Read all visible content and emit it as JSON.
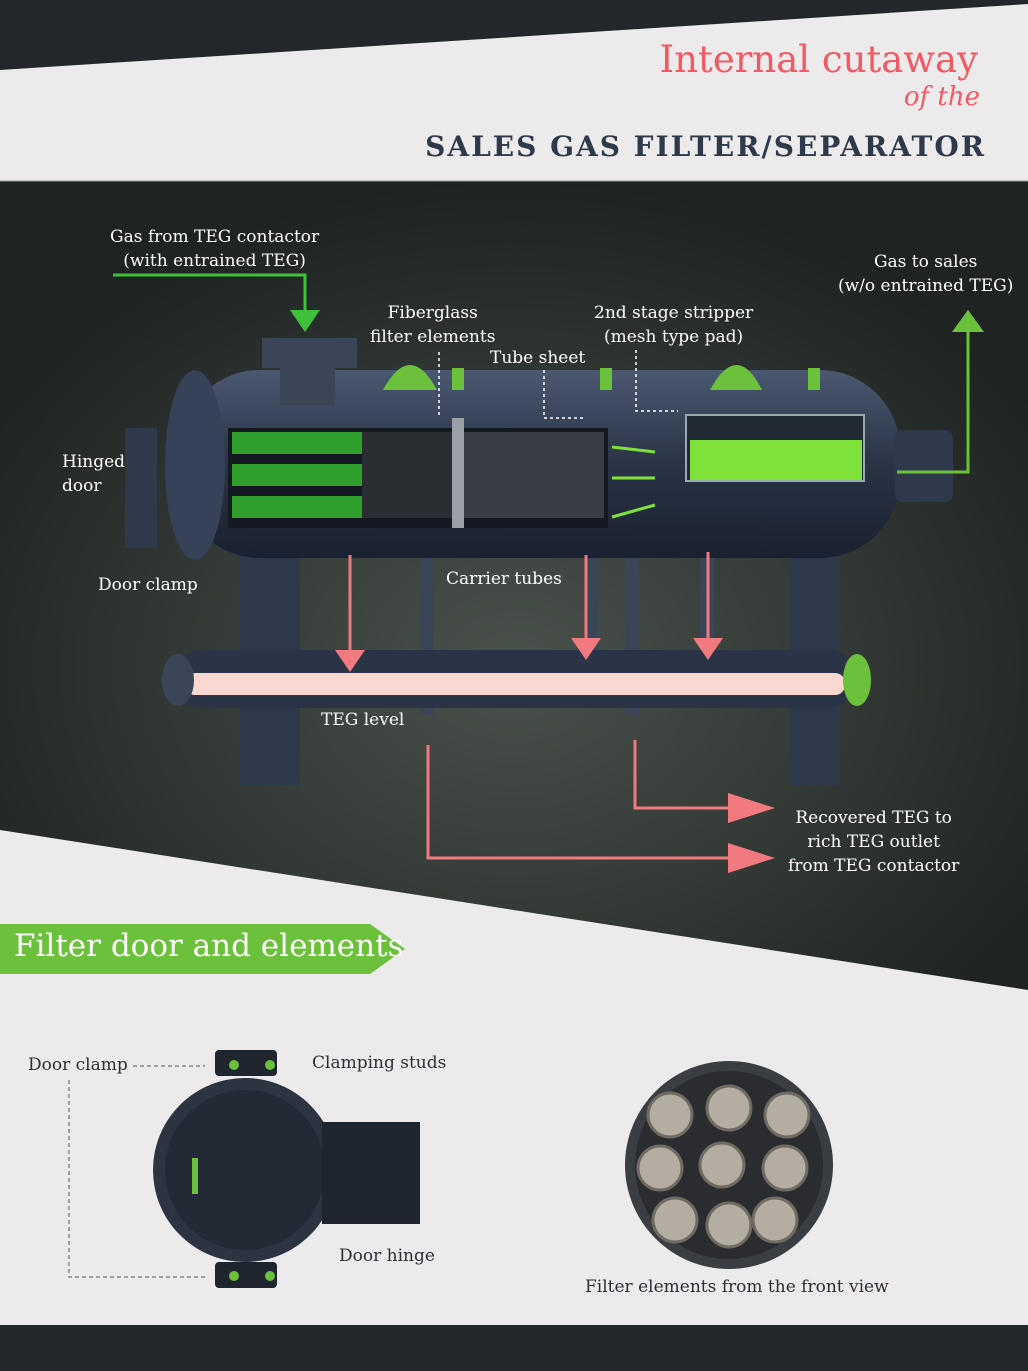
{
  "header": {
    "title_line1": "Internal cutaway",
    "title_line2": "of the",
    "subtitle": "SALES GAS FILTER/SEPARATOR"
  },
  "colors": {
    "accent_red": "#f05a64",
    "green": "#6cc13c",
    "dark": "#23262a",
    "light": "#eceaea",
    "pink_arrow": "#f07a80",
    "navy": "#2e3a4c"
  },
  "cutaway": {
    "labels": {
      "gas_in": [
        "Gas from TEG contactor",
        "(with entrained TEG)"
      ],
      "gas_out": [
        "Gas to sales",
        "(w/o entrained TEG)"
      ],
      "fiberglass": [
        "Fiberglass",
        "filter elements"
      ],
      "stripper": [
        "2nd stage stripper",
        "(mesh type pad)"
      ],
      "tube_sheet": "Tube sheet",
      "hinged_door": [
        "Hinged",
        "door"
      ],
      "door_clamp": "Door clamp",
      "carrier_tubes": "Carrier tubes",
      "teg_level": "TEG level",
      "recovered": [
        "Recovered TEG to",
        "rich TEG outlet",
        "from TEG contactor"
      ]
    }
  },
  "section2": {
    "banner": "Filter door and elements",
    "labels": {
      "door_clamp": "Door clamp",
      "clamping_studs": "Clamping studs",
      "door_hinge": "Door hinge",
      "front_view": "Filter elements from the front view"
    }
  }
}
